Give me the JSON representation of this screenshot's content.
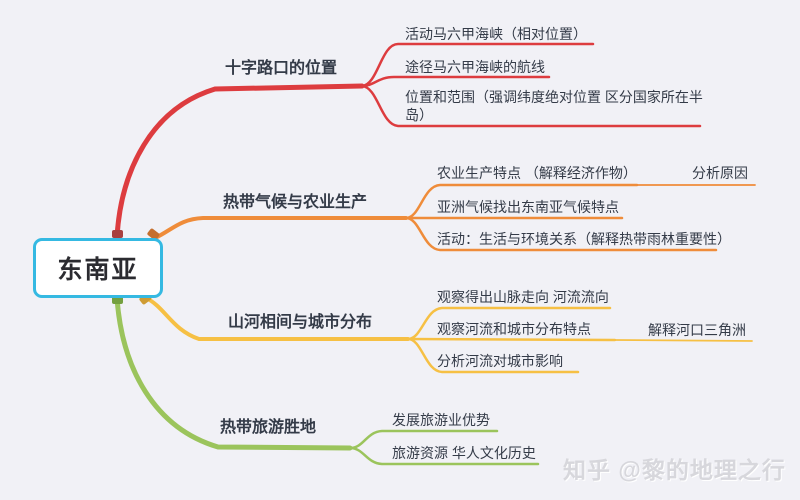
{
  "root": {
    "label": "东南亚"
  },
  "branches": [
    {
      "label": "十字路口的位置",
      "color": "#dd3c3f",
      "cap_color": "#a8403f",
      "children": [
        {
          "label": "活动马六甲海峡（相对位置）"
        },
        {
          "label": "途径马六甲海峡的航线"
        },
        {
          "label": "位置和范围（强调纬度绝对位置 区分国家所在半岛）"
        }
      ]
    },
    {
      "label": "热带气候与农业生产",
      "color": "#ef8c3a",
      "cap_color": "#c56f2e",
      "children": [
        {
          "label": "农业生产特点 （解释经济作物）",
          "child": "分析原因"
        },
        {
          "label": "亚洲气候找出东南亚气候特点"
        },
        {
          "label": "活动：生活与环境关系（解释热带雨林重要性）"
        }
      ]
    },
    {
      "label": "山河相间与城市分布",
      "color": "#f6c044",
      "cap_color": "#cf9c34",
      "children": [
        {
          "label": "观察得出山脉走向 河流流向"
        },
        {
          "label": "观察河流和城市分布特点",
          "child": "解释河口三角洲"
        },
        {
          "label": "分析河流对城市影响"
        }
      ]
    },
    {
      "label": "热带旅游胜地",
      "color": "#9bc45c",
      "cap_color": "#74a03f",
      "children": [
        {
          "label": "发展旅游业优势"
        },
        {
          "label": "旅游资源 华人文化历史"
        }
      ]
    }
  ],
  "watermark": {
    "text": "知乎 @黎的地理之行"
  },
  "colors": {
    "background": "#f1f1f6",
    "text": "#343b48",
    "root_text": "#2b2b30",
    "root_border": "#35b9e2",
    "watermark": "#d7d7dc"
  }
}
